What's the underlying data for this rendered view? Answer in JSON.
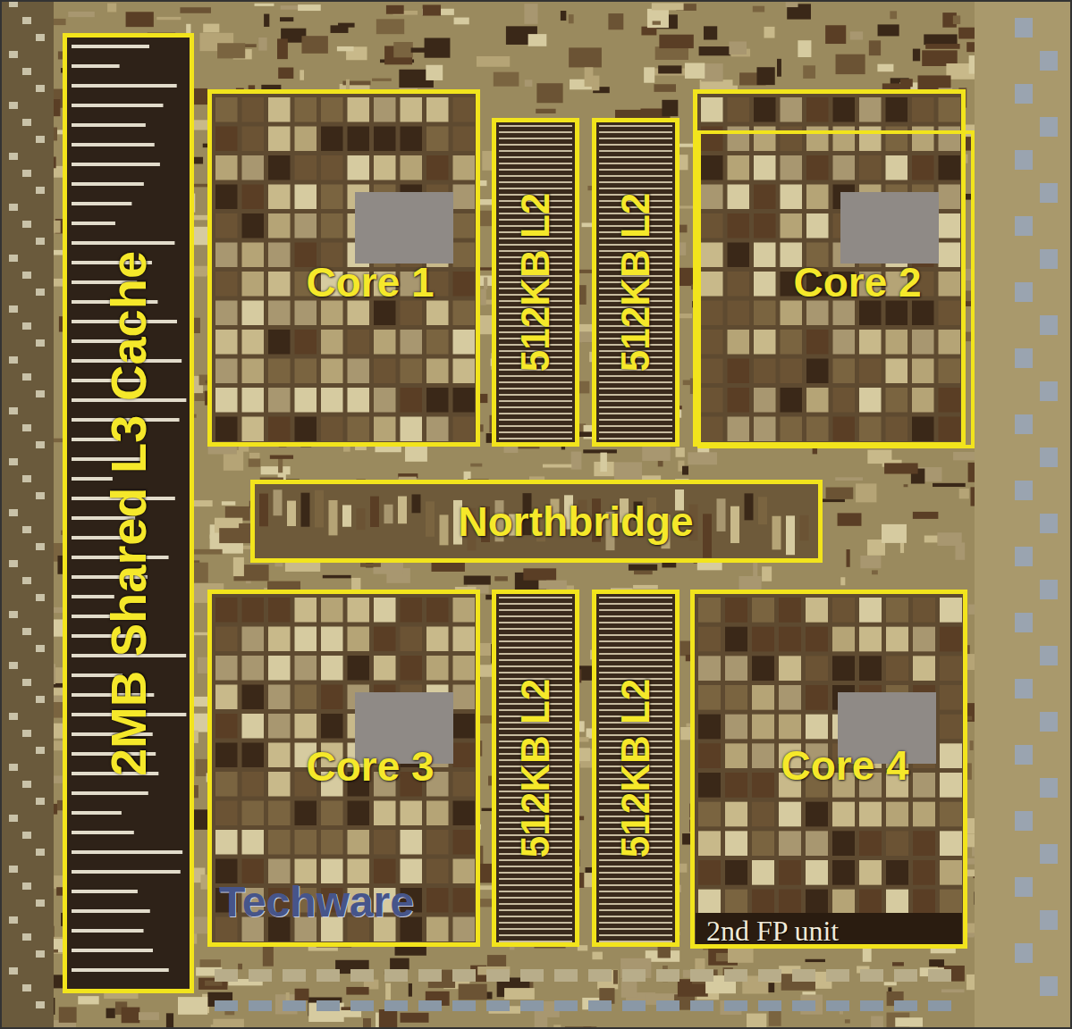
{
  "diagram": {
    "nodes": [
      {
        "text": [
          "2MB Shared L3 Cache"
        ]
      },
      {
        "text": [
          "Core 1"
        ]
      },
      {
        "text": [
          "512KB L2"
        ]
      },
      {
        "text": [
          "512KB L2"
        ]
      },
      {
        "text": [
          "Core 2"
        ]
      },
      {
        "text": [
          "Northbridge"
        ]
      },
      {
        "text": [
          "Core 3"
        ]
      },
      {
        "text": [
          "512KB L2"
        ]
      },
      {
        "text": [
          "512KB L2"
        ]
      },
      {
        "text": [
          "Core 4"
        ]
      }
    ],
    "labels": [
      "Techware",
      "2nd FP unit"
    ]
  }
}
